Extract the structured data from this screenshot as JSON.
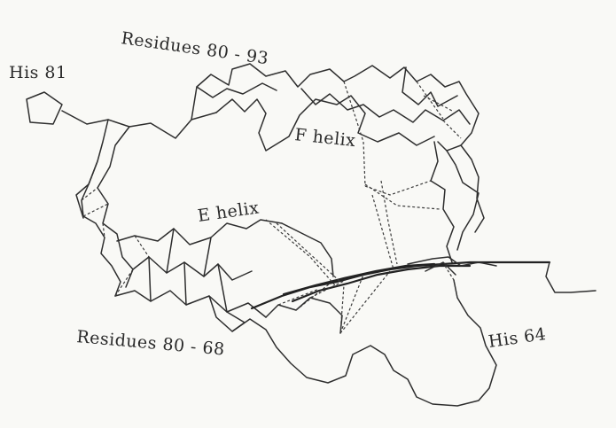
{
  "figure": {
    "labels": {
      "his81": "His 81",
      "residues_top": "Residues 80 - 93",
      "f_helix": "F helix",
      "e_helix": "E helix",
      "residues_bottom": "Residues 80 - 68",
      "his64": "His 64"
    },
    "line_color": "#2e2e2e",
    "background": "#f9f9f6"
  }
}
